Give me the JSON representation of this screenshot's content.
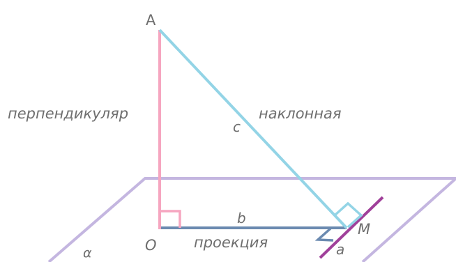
{
  "labels": {
    "point_a": "A",
    "point_o": "O",
    "point_m": "M",
    "side_c": "c",
    "side_b": "b",
    "line_a": "a",
    "plane": "α",
    "perpendicular": "перпендикуляр",
    "oblique": "наклонная",
    "projection": "проекция"
  },
  "colors": {
    "perpendicular": "#f6a6c0",
    "oblique": "#93d4e6",
    "projection": "#6b8ab0",
    "line_a": "#a0409a",
    "plane": "#c4b6e0",
    "text": "#6e6e6e"
  }
}
